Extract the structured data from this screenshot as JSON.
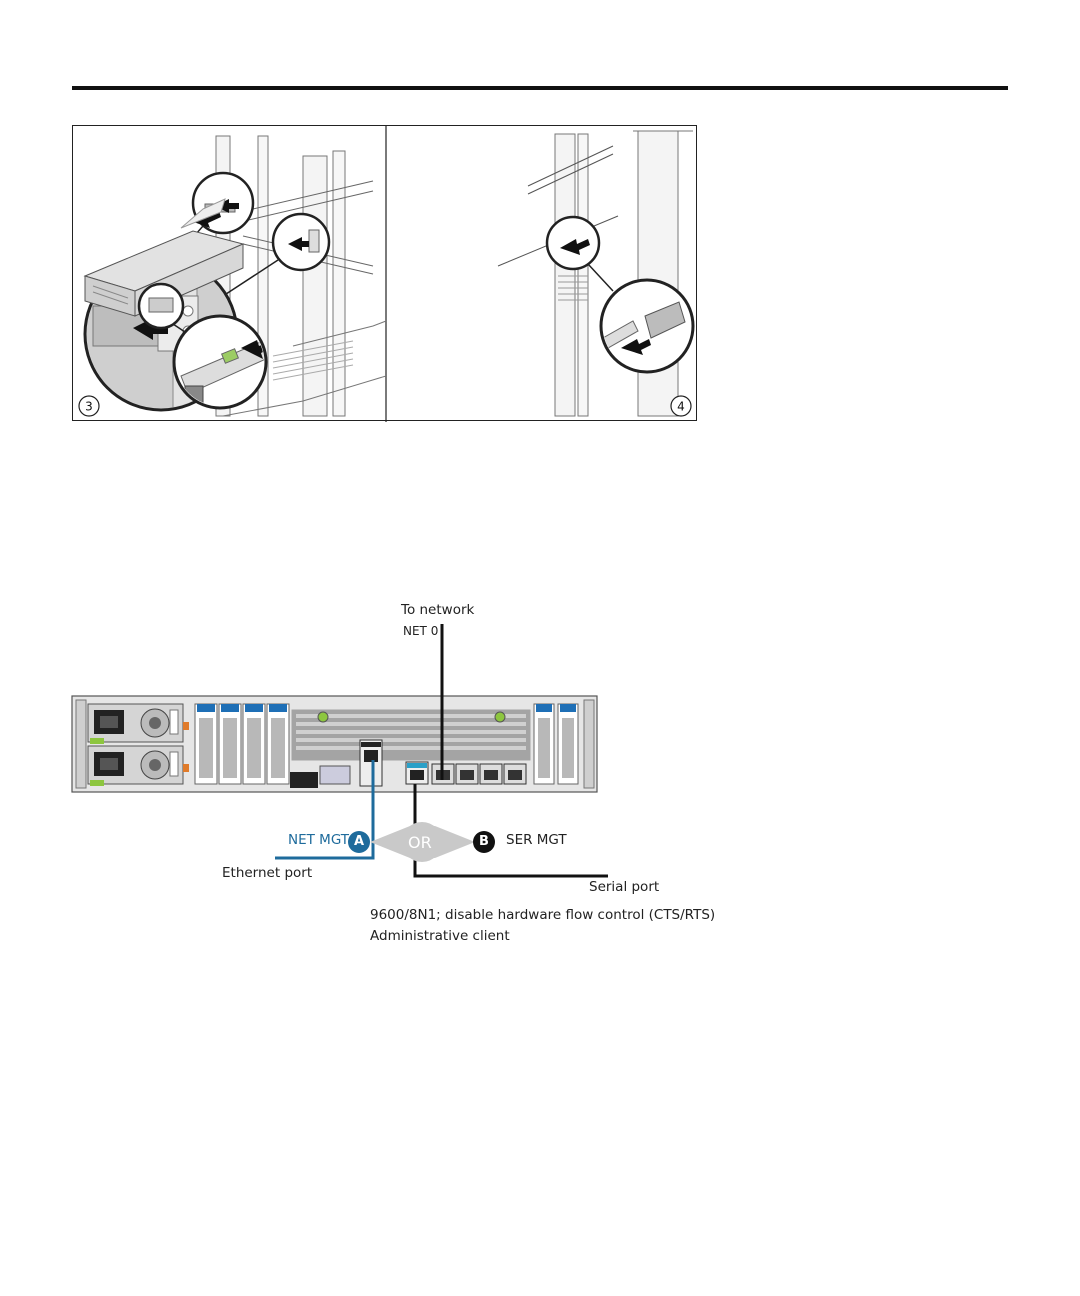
{
  "top_figure": {
    "panel_left_step": "3",
    "panel_right_step": "4"
  },
  "bottom_figure": {
    "to_network": "To network",
    "net0": "NET 0",
    "net_mgt": "NET MGT",
    "badge_a": "A",
    "or": "OR",
    "badge_b": "B",
    "ser_mgt": "SER MGT",
    "ethernet_port": "Ethernet port",
    "serial_port": "Serial port",
    "serial_settings": "9600/8N1; disable hardware flow control (CTS/RTS)",
    "admin_client": "Administrative client"
  },
  "colors": {
    "blue_cable": "#1e6b9c",
    "black_cable": "#111111",
    "or_shape": "#c9c9c9"
  }
}
